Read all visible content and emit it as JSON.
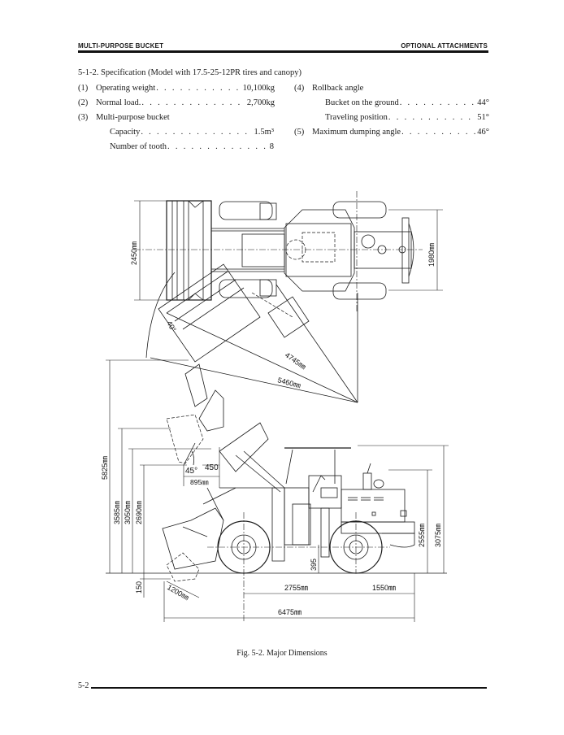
{
  "header": {
    "left": "MULTI-PURPOSE BUCKET",
    "right": "OPTIONAL ATTACHMENTS"
  },
  "spec": {
    "title": "5-1-2. Specification (Model with 17.5-25-12PR tires and canopy)",
    "left_items": [
      {
        "num": "(1)",
        "label": "Operating weight",
        "value": "10,100kg"
      },
      {
        "num": "(2)",
        "label": "Normal load.",
        "value": "2,700kg"
      },
      {
        "num": "(3)",
        "label": "Multi-purpose bucket",
        "value": ""
      }
    ],
    "bucket_sub": [
      {
        "label": "Capacity",
        "value": "1.5m³"
      },
      {
        "label": "Number of tooth",
        "value": "8"
      }
    ],
    "right_items": [
      {
        "num": "(4)",
        "label": "Rollback angle",
        "value": ""
      },
      {
        "num": "(5)",
        "label": "Maximum dumping angle",
        "value": "46°"
      }
    ],
    "rollback_sub": [
      {
        "label": "Bucket on the ground",
        "value": "44°"
      },
      {
        "label": "Traveling position",
        "value": "51°"
      }
    ]
  },
  "figure": {
    "caption": "Fig. 5-2.  Major Dimensions",
    "dimensions": {
      "top_width_bucket": "2450㎜",
      "top_width_body": "1980㎜",
      "turn_angle": "40°",
      "turn_radius_inner": "4745㎜",
      "turn_radius_outer": "5460㎜",
      "overall_height_raised": "5825㎜",
      "hinge_pin_height": "3585㎜",
      "dump_height_a": "3050㎜",
      "dump_clearance": "2690㎜",
      "dump_angle": "45°",
      "dump_reach": "450",
      "reach_895": "895㎜",
      "dig_depth": "150",
      "bucket_length": "1200㎜",
      "ground_clearance": "395",
      "wheelbase": "2755㎜",
      "rear_overhang": "1550㎜",
      "overall_length": "6475㎜",
      "height_exhaust": "2555㎜",
      "height_canopy": "3075㎜"
    }
  },
  "footer": {
    "page_number": "5-2"
  }
}
